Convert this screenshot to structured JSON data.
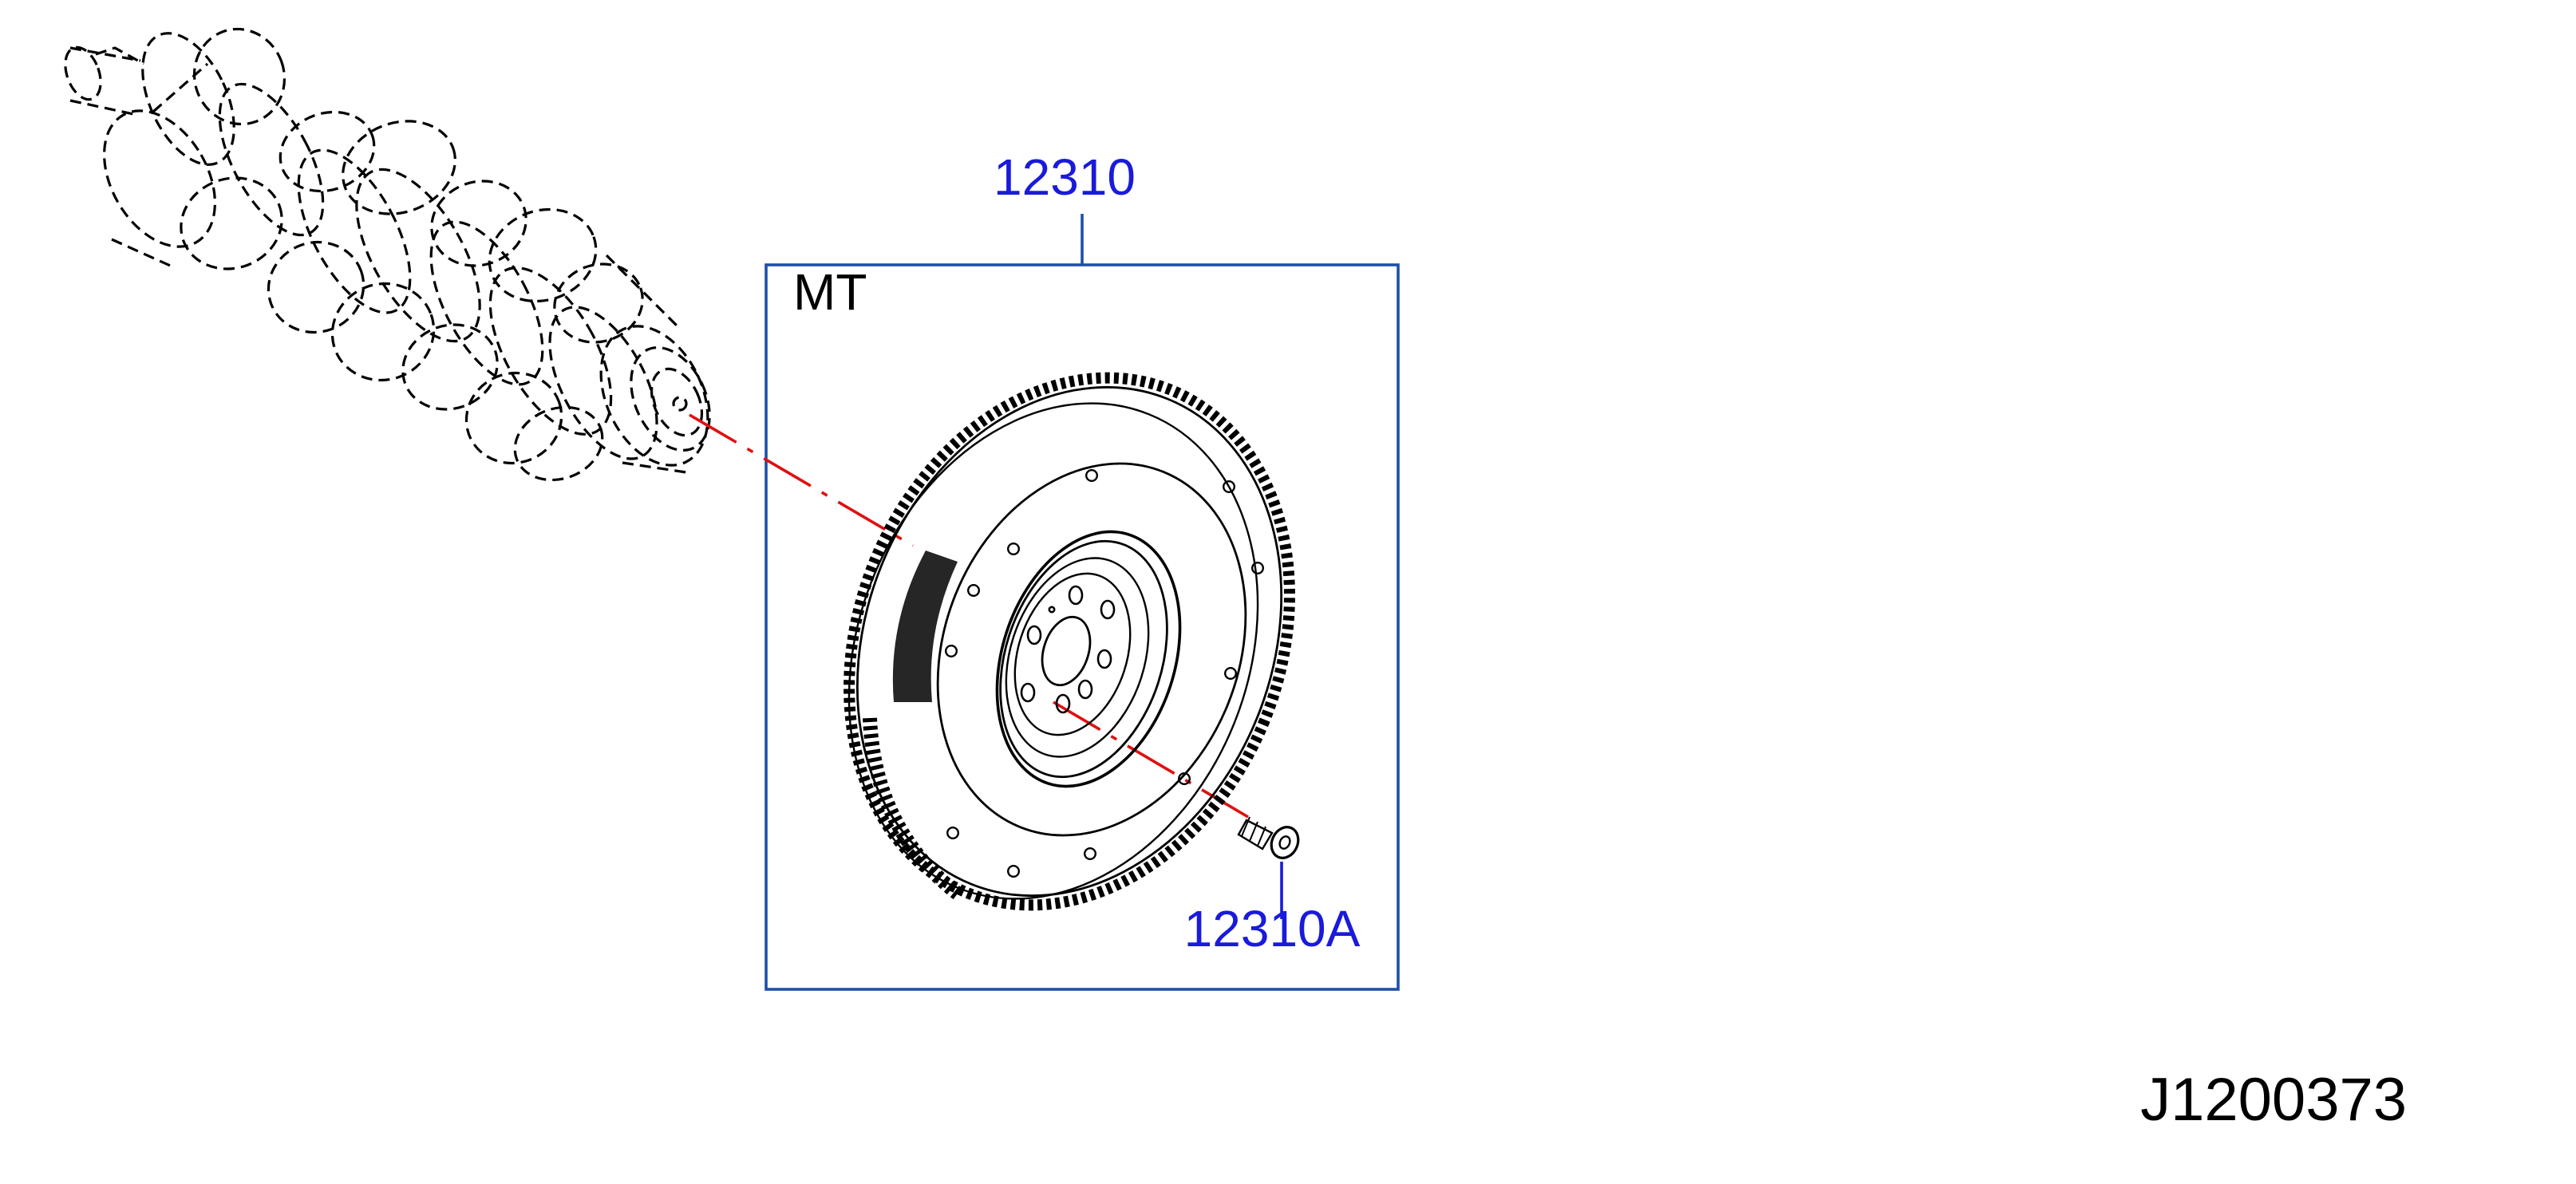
{
  "callouts": {
    "part_main": "12310",
    "part_bolt": "12310A"
  },
  "group_label": "MT",
  "diagram_ref": "J1200373",
  "colors": {
    "callout": "#1a1adb",
    "frame": "#1f4fa6",
    "centerline": "#e01010",
    "line": "#000000"
  },
  "icons": {
    "crankshaft": "crankshaft-illustration",
    "flywheel": "flywheel-illustration",
    "bolt": "bolt-illustration"
  }
}
